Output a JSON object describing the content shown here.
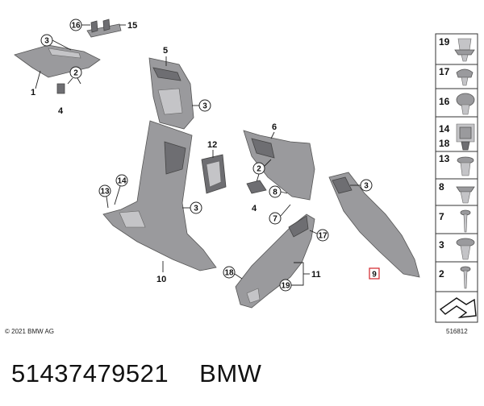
{
  "caption": {
    "part_number": "51437479521",
    "brand": "BMW"
  },
  "footer": {
    "copyright": "© 2021 BMW AG",
    "diagram_number": "516812"
  },
  "callouts": {
    "c1": "1",
    "c2a": "2",
    "c3a": "3",
    "c4a": "4",
    "c5": "5",
    "c3b": "3",
    "c6": "6",
    "c2b": "2",
    "c4b": "4",
    "c7": "7",
    "c8": "8",
    "c3c": "3",
    "c3d": "3",
    "c9": "9",
    "c10": "10",
    "c11": "11",
    "c12": "12",
    "c13": "13",
    "c14": "14",
    "c15": "15",
    "c16": "16",
    "c17": "17",
    "c18": "18",
    "c19": "19"
  },
  "side_panel": [
    "19",
    "17",
    "16",
    "14",
    "18",
    "13",
    "8",
    "7",
    "3",
    "2"
  ],
  "colors": {
    "highlight": "#d2232a",
    "part": "#9a9a9d",
    "ink": "#111111"
  }
}
